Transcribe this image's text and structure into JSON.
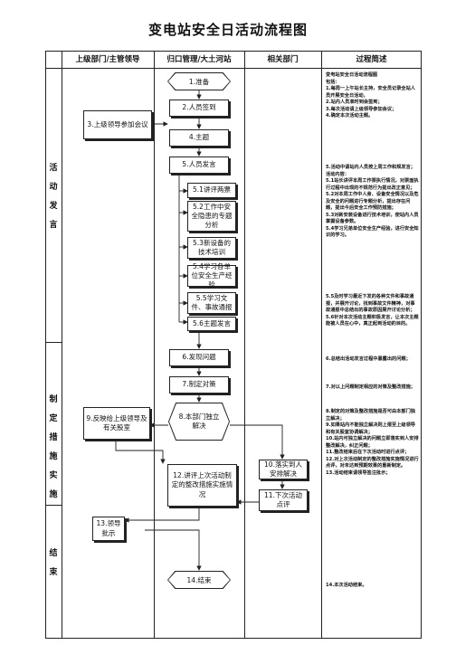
{
  "title": "变电站安全日活动流程图",
  "headers": {
    "col1": "上级部门/主管领导",
    "col2": "归口管理/大土河站",
    "col3": "相关部门",
    "col4": "过程简述"
  },
  "phases": {
    "activity": "活动发言",
    "measures": "制定措施实施",
    "end": "结束"
  },
  "nodes": {
    "n1": "1.准备",
    "n2": "2.人员签到",
    "n3": "3.上级领导参加会议",
    "n4": "4.主题",
    "n5": "5.人员发言",
    "n51": "5.1讲评两票",
    "n52": "5.2工作中安全隐患的专题分析",
    "n53": "5.3新设备的技术培训",
    "n54": "5.4学习各单位安全生产经验",
    "n55": "5.5学习文件、事故通报",
    "n56": "5.6主题发言",
    "n6": "6.发现问题",
    "n7": "7.制定对策",
    "n8": "8.本部门独立解决",
    "n9": "9.反映给上级领导及有关股室",
    "n10": "10.落实到人安排解决",
    "n11": "11.下次活动点评",
    "n12": "12.讲评上次活动制定的整改措施实施情况",
    "n13": "13.领导批示",
    "n14": "14.结束"
  },
  "descriptions": {
    "d1": "变电站安全日活动流程图\n包括：\n1.每周一上午站长主持，安全员记录全站人员开展安全日活动，\n2.站内人员准时到会签到；\n3.每次活动请上级领导参加会议；\n4.确定本次活动主题。",
    "d2": "5.活动中请站内人员按上周工作和规发言；\n活动内容：\n5.1站长讲评本周工作票执行情况，对票面执行过程中出现的不规范行为提出改正意见；\n5.2对本周工作中人身、设备安全情况以及危及安全的问题进行专题分析，提出存在问题，提出今后安全工作预防措施；\n5.3对新安装设备进行技术培训，使站内人员掌握设备参数。\n5.4学习兄弟单位安全生产经验，进行安全知识的学习。",
    "d3": "5.5及时学习最近下发的各种文件和事故通报，并展开讨论，找到事故文件精神，对事故通报中总结出的事故原因展开讨论分析；\n5.6针对本次活动主题积极发言，让本次主题能被人员在心中，真正起到活动的目的。",
    "d4": "6.总结出活动发言过程中暴露出的问题；",
    "d5": "7.对以上问题制定相应的对策及整改措施；",
    "d6": "8.制定的对策及整改措施是否可由本部门独立解决；\n9.如果站内不能独立解决则上报至上级领导和有关股室协调解决；\n10.站内可独立解决的问题立即落实到人安排整改解决，纠正问题；\n11.整改结束后在下次活动时进行点评；\n12.对上次活动制定的整改措施实施情况进行点评，对未达到预期效果的重新制定。\n13.活动结束请领导签注批示；",
    "d7": "14.本次活动结束。"
  }
}
